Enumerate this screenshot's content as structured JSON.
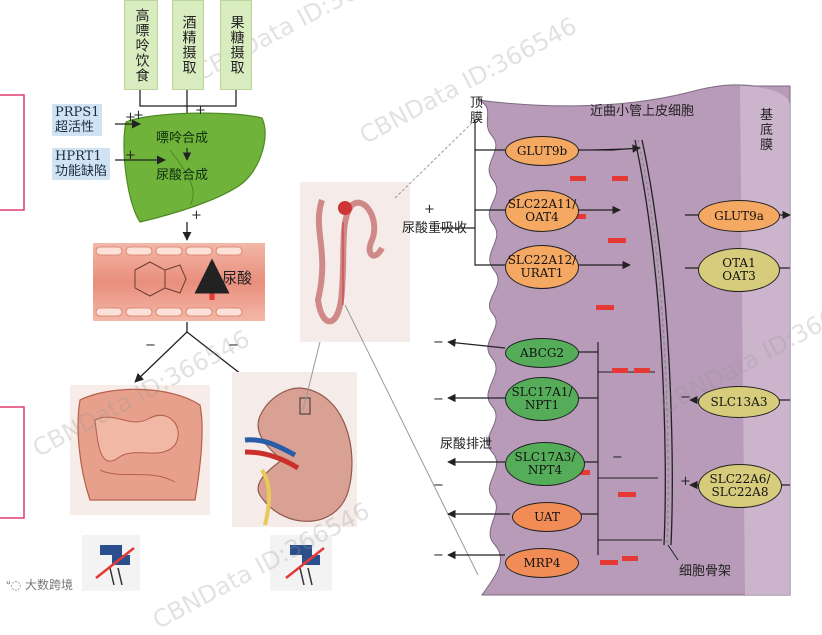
{
  "intake": [
    "高嘌呤饮食",
    "酒精摄取",
    "果糖摄取"
  ],
  "liver": {
    "left_box_1": "PRPS1\n超活性",
    "left_box_2": "HPRT1\n功能缺陷",
    "line1": "嘌呤合成",
    "line2": "尿酸合成"
  },
  "blood_label": "尿酸",
  "signs": {
    "plus": "+",
    "minus": "−"
  },
  "cell": {
    "apical_label": "顶\n膜",
    "title": "近曲小管上皮细胞",
    "basal_label": "基\n底\n膜",
    "reabsorption_label": "尿酸重吸收",
    "excretion_label": "尿酸排泄",
    "cytoskeleton_label": "细胞骨架"
  },
  "transporters_apical_reabsorb": [
    {
      "label": "GLUT9b",
      "color": "orange"
    },
    {
      "label": "SLC22A11/\nOAT4",
      "color": "orange"
    },
    {
      "label": "SLC22A12/\nURAT1",
      "color": "orange"
    }
  ],
  "transporters_apical_excrete": [
    {
      "label": "ABCG2",
      "color": "green"
    },
    {
      "label": "SLC17A1/\nNPT1",
      "color": "green"
    },
    {
      "label": "SLC17A3/\nNPT4",
      "color": "green"
    },
    {
      "label": "UAT",
      "color": "salmon"
    },
    {
      "label": "MRP4",
      "color": "salmon"
    }
  ],
  "transporters_basal": [
    {
      "label": "GLUT9a",
      "color": "orange"
    },
    {
      "label": "OTA1\nOAT3",
      "color": "olive"
    },
    {
      "label": "SLC13A3",
      "color": "olive"
    },
    {
      "label": "SLC22A6/\nSLC22A8",
      "color": "olive"
    }
  ],
  "watermarks": [
    "CBNData ID:366546",
    "CBNData ID:366546",
    "CBNData ID:366546",
    "CBNData ID:366546",
    "CBNData ID:366546"
  ],
  "footer_brand": "大数跨境",
  "colors": {
    "cell_fill": "#b89ab9",
    "liver": "#6fb33a",
    "reabsorb": "#f4a862",
    "excrete": "#55ad5a",
    "basal": "#d7cc7c",
    "red_mark": "#e53935"
  }
}
